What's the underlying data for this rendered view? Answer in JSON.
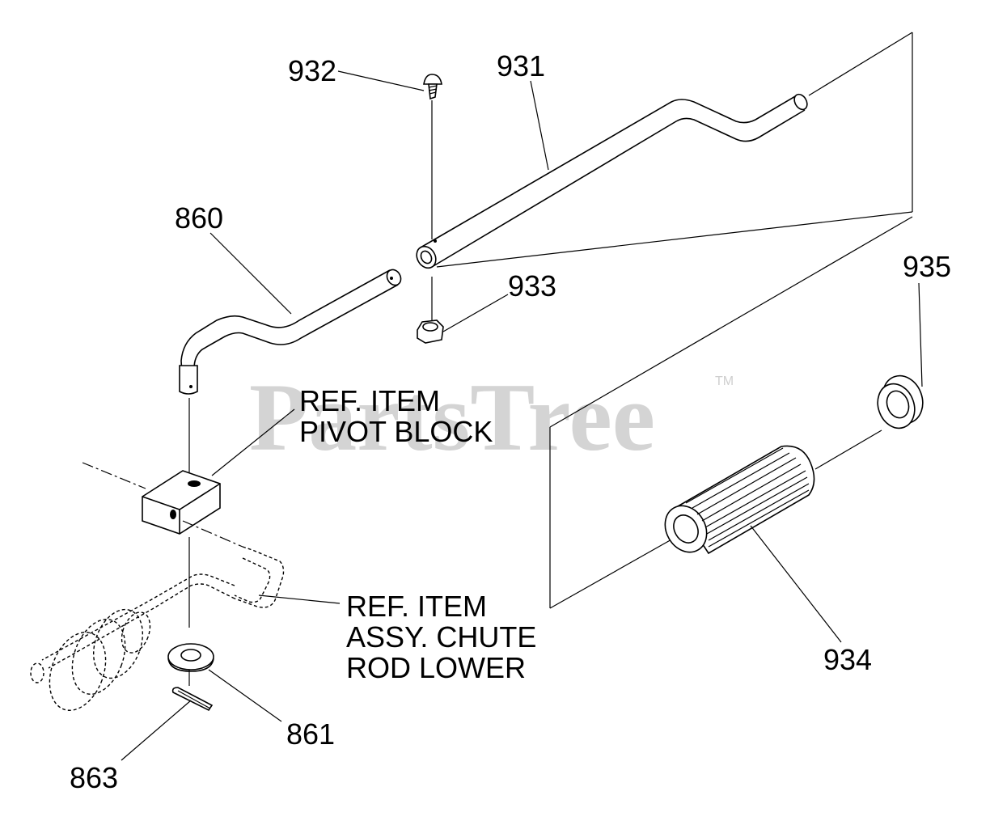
{
  "watermark": {
    "text": "PartsTree",
    "tm": "TM"
  },
  "callouts": {
    "p932": "932",
    "p931": "931",
    "p860": "860",
    "p933": "933",
    "p935": "935",
    "p934": "934",
    "p861": "861",
    "p863": "863"
  },
  "references": {
    "pivot_block_line1": "REF. ITEM",
    "pivot_block_line2": "PIVOT BLOCK",
    "chute_rod_line1": "REF. ITEM",
    "chute_rod_line2": "ASSY. CHUTE",
    "chute_rod_line3": "ROD LOWER"
  }
}
